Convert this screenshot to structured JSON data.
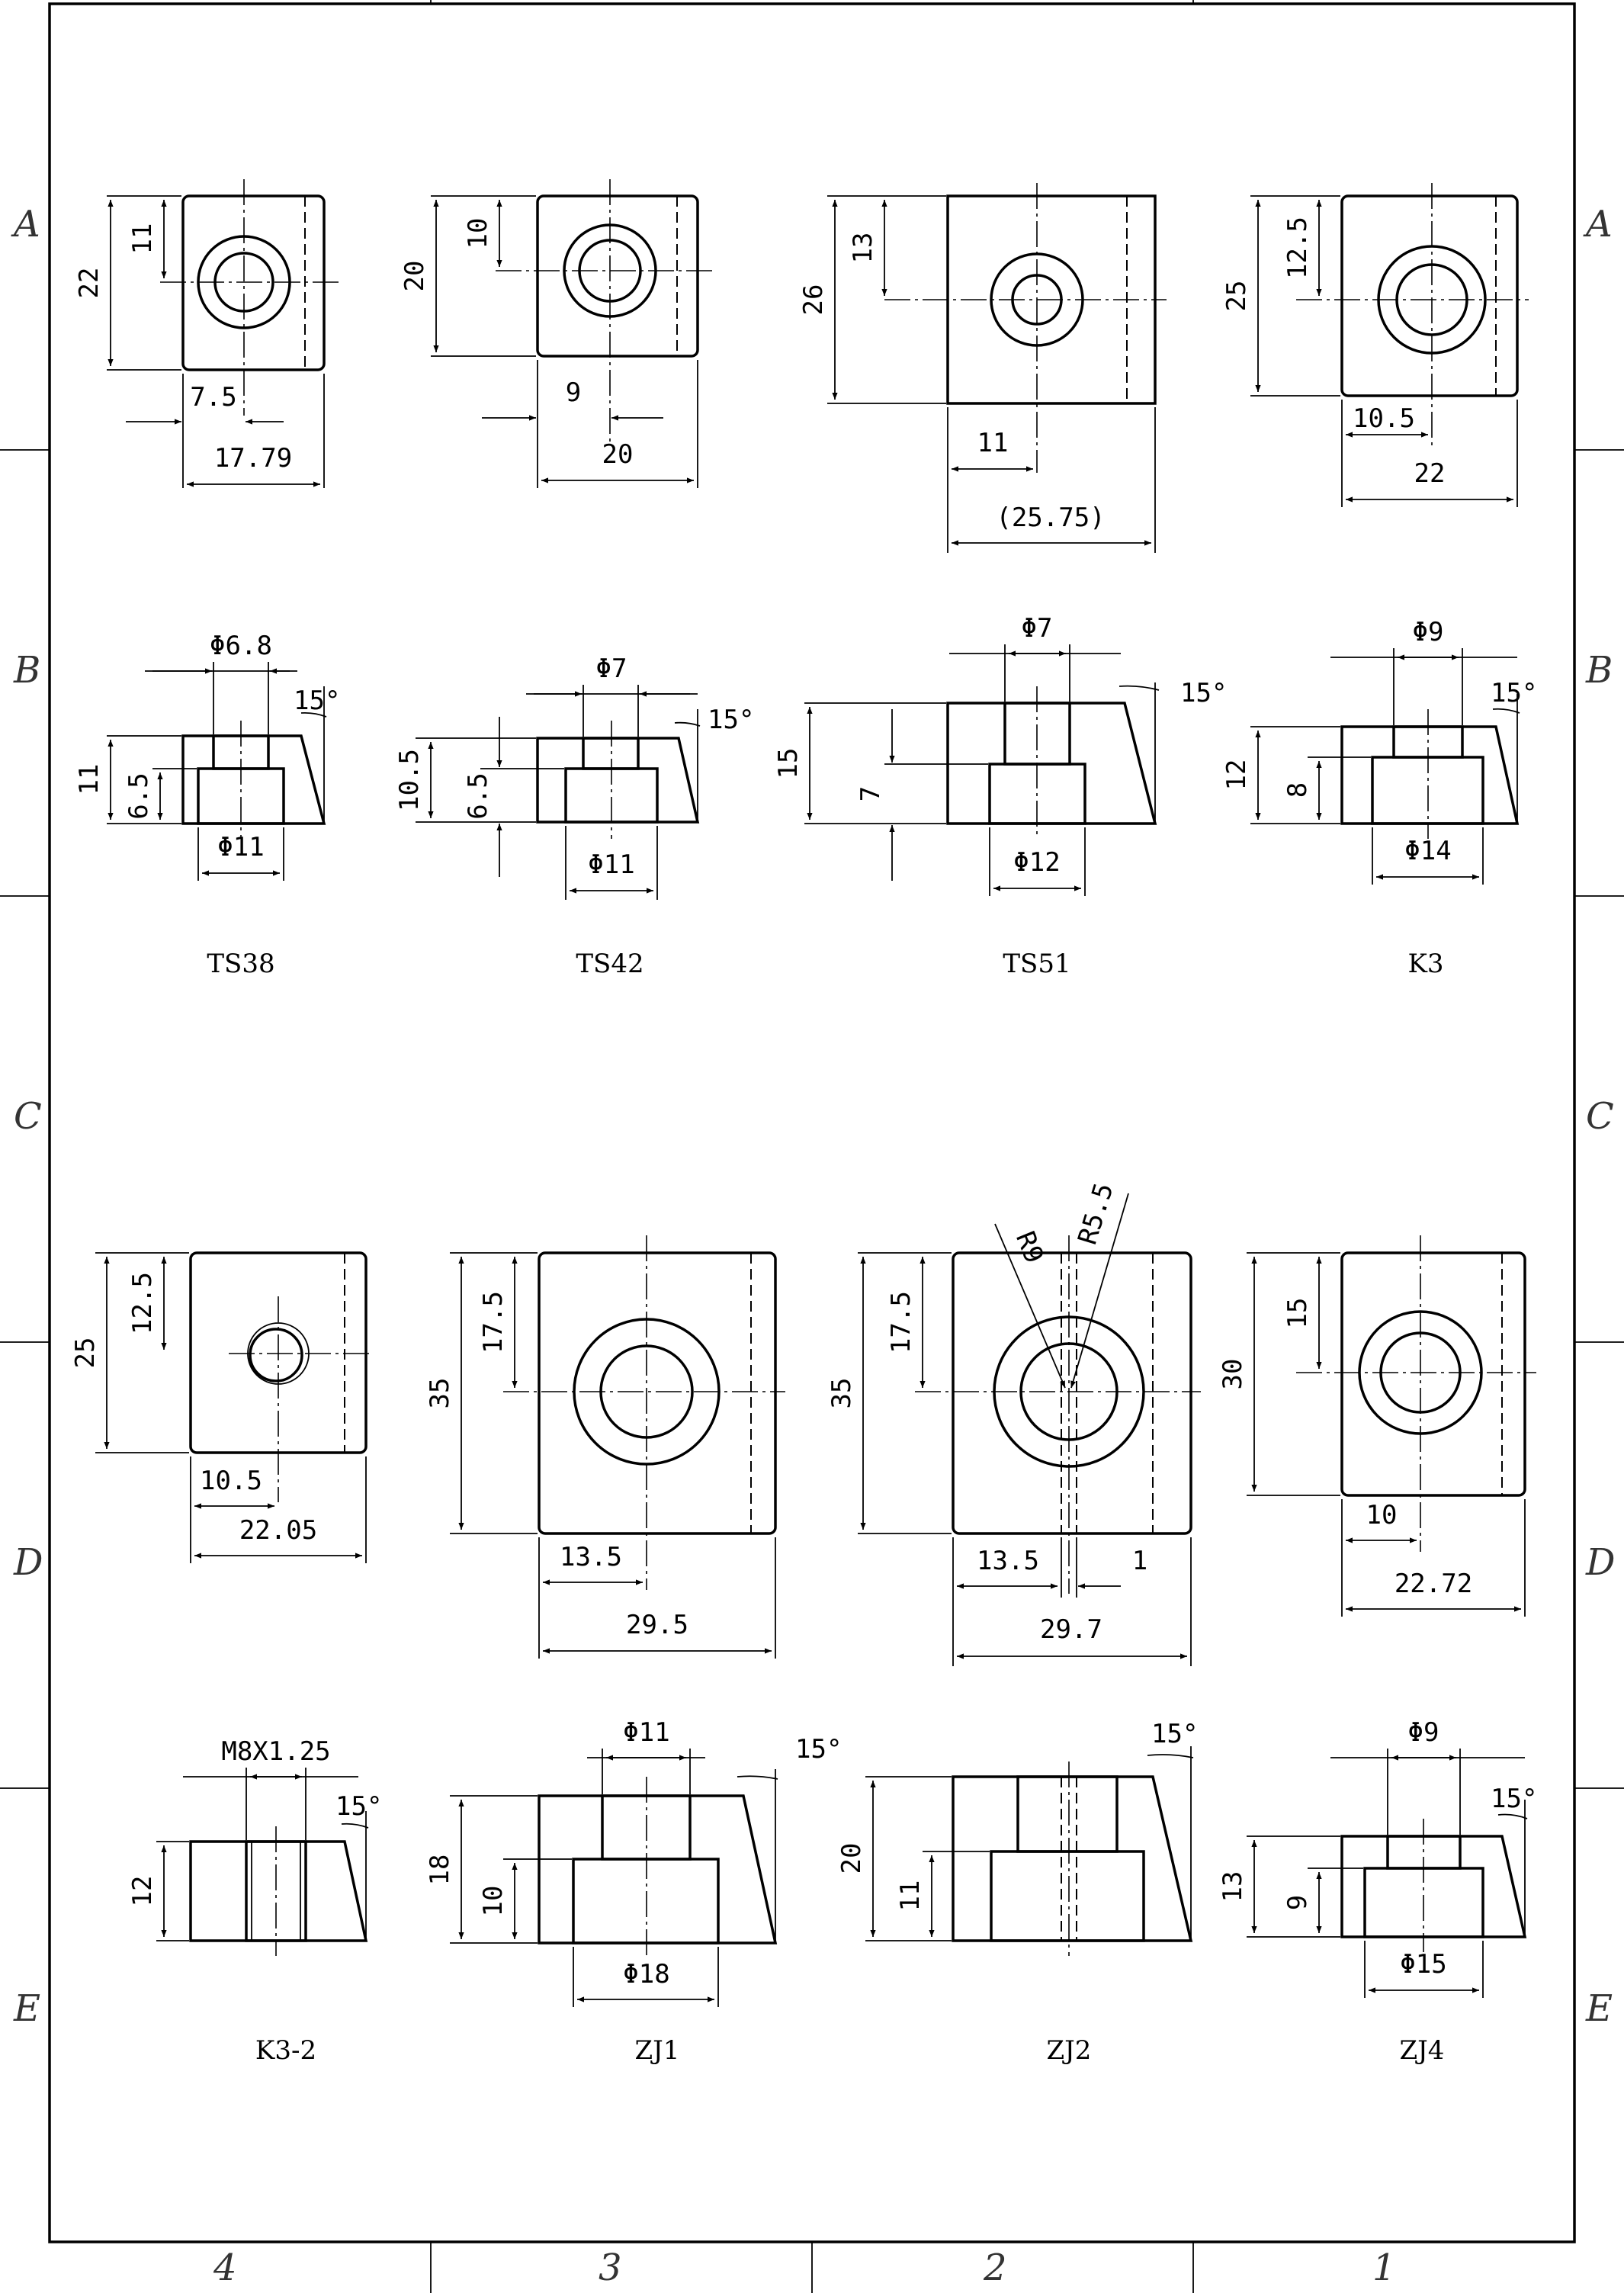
{
  "zones": {
    "rows": [
      "A",
      "B",
      "C",
      "D",
      "E"
    ],
    "cols": [
      "4",
      "3",
      "2",
      "1"
    ]
  },
  "parts": [
    {
      "name": "TS38",
      "top": {
        "h": "22",
        "hh": "11",
        "x": "7.5",
        "w": "17.79"
      },
      "sec": {
        "hole": "Φ6.8",
        "bore": "Φ11",
        "h": "11",
        "hb": "6.5",
        "angle": "15°"
      }
    },
    {
      "name": "TS42",
      "top": {
        "h": "20",
        "hh": "10",
        "x": "9",
        "w": "20"
      },
      "sec": {
        "hole": "Φ7",
        "bore": "Φ11",
        "h": "10.5",
        "hb": "6.5",
        "angle": "15°"
      }
    },
    {
      "name": "TS51",
      "top": {
        "h": "26",
        "hh": "13",
        "x": "11",
        "w": "(25.75)"
      },
      "sec": {
        "hole": "Φ7",
        "bore": "Φ12",
        "h": "15",
        "hb": "7",
        "angle": "15°"
      }
    },
    {
      "name": "K3",
      "top": {
        "h": "25",
        "hh": "12.5",
        "x": "10.5",
        "w": "22"
      },
      "sec": {
        "hole": "Φ9",
        "bore": "Φ14",
        "h": "12",
        "hb": "8",
        "angle": "15°"
      }
    },
    {
      "name": "K3-2",
      "top": {
        "h": "25",
        "hh": "12.5",
        "x": "10.5",
        "w": "22.05"
      },
      "sec": {
        "hole": "M8X1.25",
        "h": "12",
        "angle": "15°"
      }
    },
    {
      "name": "ZJ1",
      "top": {
        "h": "35",
        "hh": "17.5",
        "x": "13.5",
        "w": "29.5"
      },
      "sec": {
        "hole": "Φ11",
        "bore": "Φ18",
        "h": "18",
        "hb": "10",
        "angle": "15°"
      }
    },
    {
      "name": "ZJ2",
      "top": {
        "h": "35",
        "hh": "17.5",
        "x": "13.5",
        "x2": "1",
        "w": "29.7",
        "r1": "R9",
        "r2": "R5.5"
      },
      "sec": {
        "h": "20",
        "hb": "11",
        "angle": "15°"
      }
    },
    {
      "name": "ZJ4",
      "top": {
        "h": "30",
        "hh": "15",
        "x": "10",
        "w": "22.72"
      },
      "sec": {
        "hole": "Φ9",
        "bore": "Φ15",
        "h": "13",
        "hb": "9",
        "angle": "15°"
      }
    }
  ]
}
